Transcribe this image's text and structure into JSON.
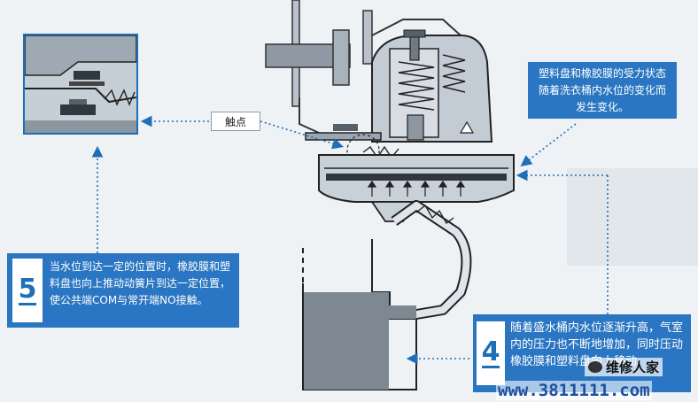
{
  "labels": {
    "contact_point": "触点"
  },
  "callouts": {
    "top_right": "塑料盘和橡胶膜的受力状态随着洗衣桶内水位的变化而发生变化。",
    "step5": {
      "number": "5",
      "text": "当水位到达一定的位置时，橡胶膜和塑料盘也向上推动动簧片到达一定位置，使公共端COM与常开端NO接触。"
    },
    "step4": {
      "number": "4",
      "text": "随着盛水桶内水位逐渐升高，气室内的压力也不断地增加，同时压动橡胶膜和塑料盘向上移动。"
    }
  },
  "watermark": {
    "brand": "维修人家",
    "url": "www.3811111.com"
  },
  "colors": {
    "accent_blue": "#2a76c2",
    "dark_blue": "#1d6fb8",
    "device_gray": "#9aa6b1",
    "water_gray": "#7d8892"
  }
}
